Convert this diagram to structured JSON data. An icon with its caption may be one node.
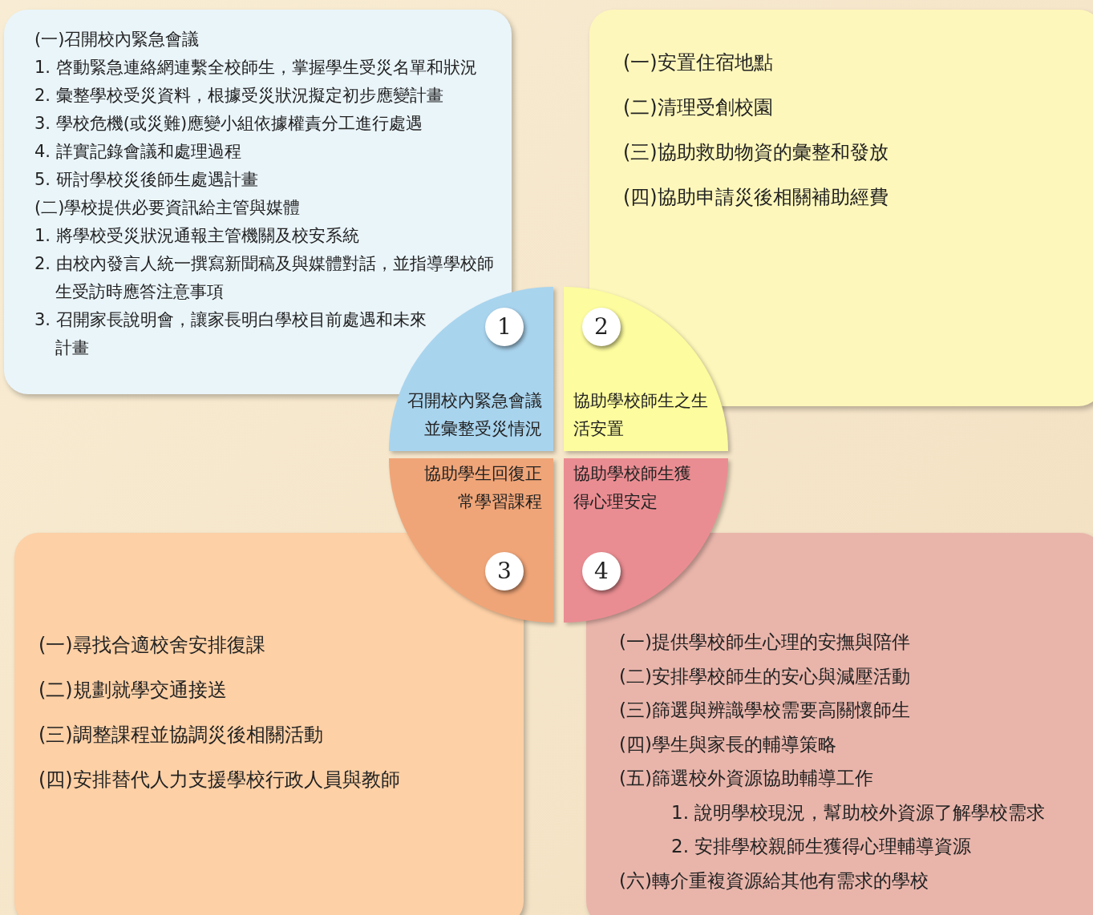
{
  "diagram": {
    "nodes": [
      {
        "text": [
          "(一)召開校內緊急會議",
          "1. 啓動緊急連絡網連繫全校師生，掌握學生受災名單和狀況",
          "2. 彙整學校受災資料，根據受災狀況擬定初步應變計畫",
          "3. 學校危機(或災難)應變小組依據權責分工進行處遇",
          "4. 詳實記錄會議和處理過程",
          "5. 研討學校災後師生處遇計畫",
          "(二)學校提供必要資訊給主管與媒體",
          "1. 將學校受災狀況通報主管機關及校安系統",
          "2. 由校內發言人統一撰寫新聞稿及與媒體對話，並指導學校師生受訪時應答注意事項",
          "3. 召開家長說明會，讓家長明白學校目前處遇和未來計畫"
        ]
      },
      {
        "text": [
          "(一)安置住宿地點",
          "(二)清理受創校園",
          "(三)協助救助物資的彙整和發放",
          "(四)協助申請災後相關補助經費"
        ]
      },
      {
        "text": [
          "1",
          "召開校內緊急會議並彙整受災情況"
        ]
      },
      {
        "text": [
          "2",
          "協助學校師生之生活安置"
        ]
      },
      {
        "text": [
          "協助學生回復正常學習課程",
          "3"
        ]
      },
      {
        "text": [
          "協助學校師生獲得心理安定",
          "4"
        ]
      },
      {
        "text": [
          "(一)尋找合適校舍安排復課",
          "(二)規劃就學交通接送",
          "(三)調整課程並協調災後相關活動",
          "(四)安排替代人力支援學校行政人員與教師"
        ]
      },
      {
        "text": [
          "(一)提供學校師生心理的安撫與陪伴",
          "(二)安排學校師生的安心與減壓活動",
          "(三)篩選與辨識學校需要高關懷師生",
          "(四)學生與家長的輔導策略",
          "(五)篩選校外資源協助輔導工作",
          "1. 說明學校現況，幫助校外資源了解學校需求",
          "2. 安排學校親師生獲得心理輔導資源",
          "(六)轉介重複資源給其他有需求的學校"
        ]
      }
    ]
  }
}
